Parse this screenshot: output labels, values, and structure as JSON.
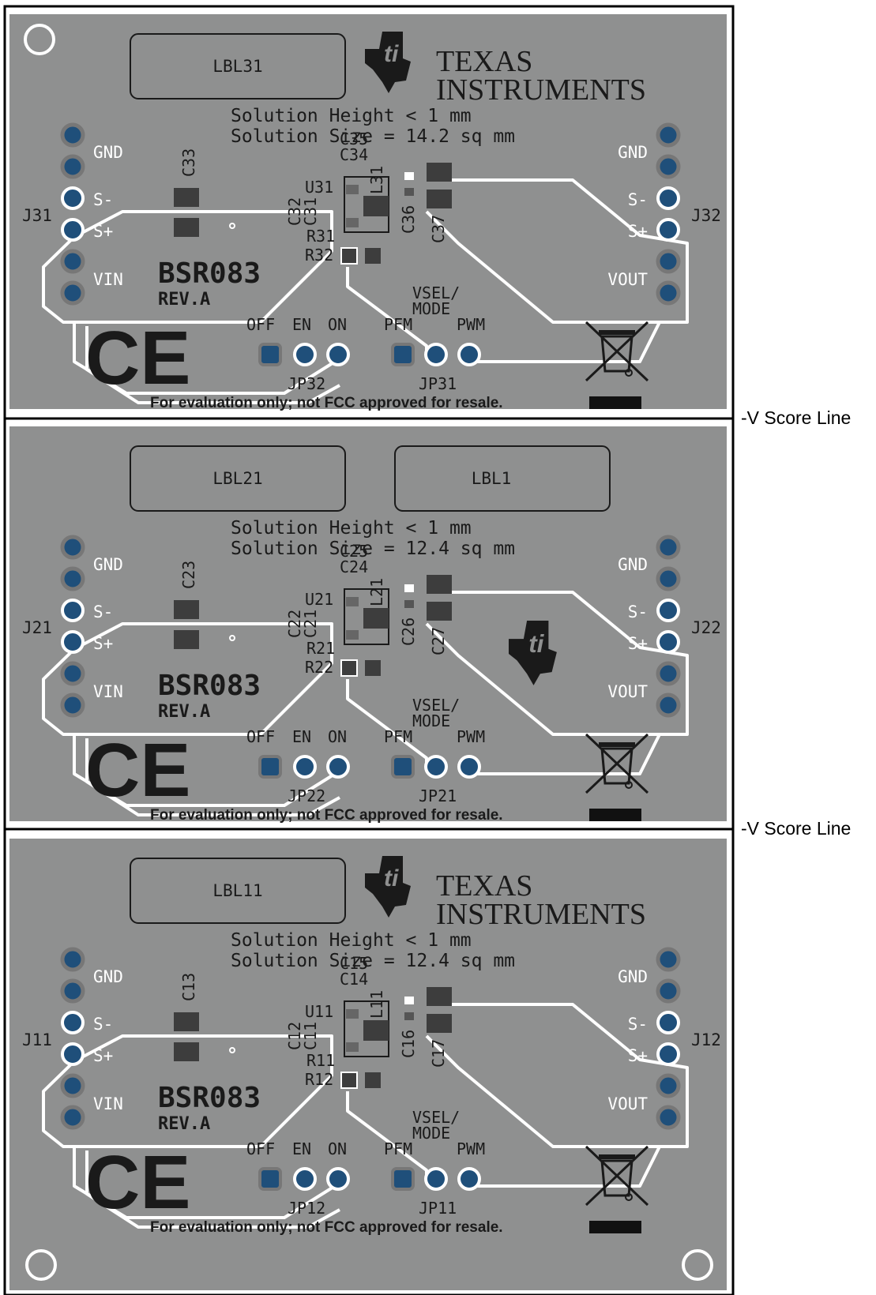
{
  "score_label": "-V Score Line",
  "panels": [
    {
      "labels": [
        "LBL31"
      ],
      "solution_height": "Solution Height < 1 mm",
      "solution_size": "Solution Size = 14.2 sq mm",
      "ti_logo": "full",
      "caps": [
        "C35",
        "C34",
        "C33",
        "C32",
        "C31",
        "C36",
        "C37"
      ],
      "inductor": "L31",
      "ic": "U31",
      "resistors": [
        "R31",
        "R32"
      ],
      "j_left": "J31",
      "j_right": "J32",
      "jp_en": "JP32",
      "jp_mode": "JP31"
    },
    {
      "labels": [
        "LBL21",
        "LBL1"
      ],
      "solution_height": "Solution Height < 1 mm",
      "solution_size": "Solution Size = 12.4 sq mm",
      "ti_logo": "small",
      "caps": [
        "C25",
        "C24",
        "C23",
        "C22",
        "C21",
        "C26",
        "C27"
      ],
      "inductor": "L21",
      "ic": "U21",
      "resistors": [
        "R21",
        "R22"
      ],
      "j_left": "J21",
      "j_right": "J22",
      "jp_en": "JP22",
      "jp_mode": "JP21"
    },
    {
      "labels": [
        "LBL11"
      ],
      "solution_height": "Solution Height < 1 mm",
      "solution_size": "Solution Size = 12.4 sq mm",
      "ti_logo": "full",
      "caps": [
        "C15",
        "C14",
        "C13",
        "C12",
        "C11",
        "C16",
        "C17"
      ],
      "inductor": "L11",
      "ic": "U11",
      "resistors": [
        "R11",
        "R12"
      ],
      "j_left": "J11",
      "j_right": "J12",
      "jp_en": "JP12",
      "jp_mode": "JP11"
    }
  ],
  "common": {
    "ti_text_line1": "TEXAS",
    "ti_text_line2": "INSTRUMENTS",
    "board_name": "BSR083",
    "board_rev": "REV.A",
    "disclaimer": "For evaluation only; not FCC approved for resale.",
    "left_pins": [
      "GND",
      "S-",
      "S+",
      "VIN"
    ],
    "right_pins": [
      "GND",
      "S-",
      "S+",
      "VOUT"
    ],
    "jumper_labels": [
      "OFF",
      "EN",
      "ON",
      "PFM",
      "PWM"
    ],
    "vsel_label_1": "VSEL/",
    "vsel_label_2": "MODE",
    "ce_mark": "CE"
  },
  "colors": {
    "board": "#8f9090",
    "silk": "#ffffff",
    "ink": "#1a1a1a",
    "pad": "#1f4f7a",
    "pad_dark": "#3d3d3d",
    "frame": "#000000"
  }
}
